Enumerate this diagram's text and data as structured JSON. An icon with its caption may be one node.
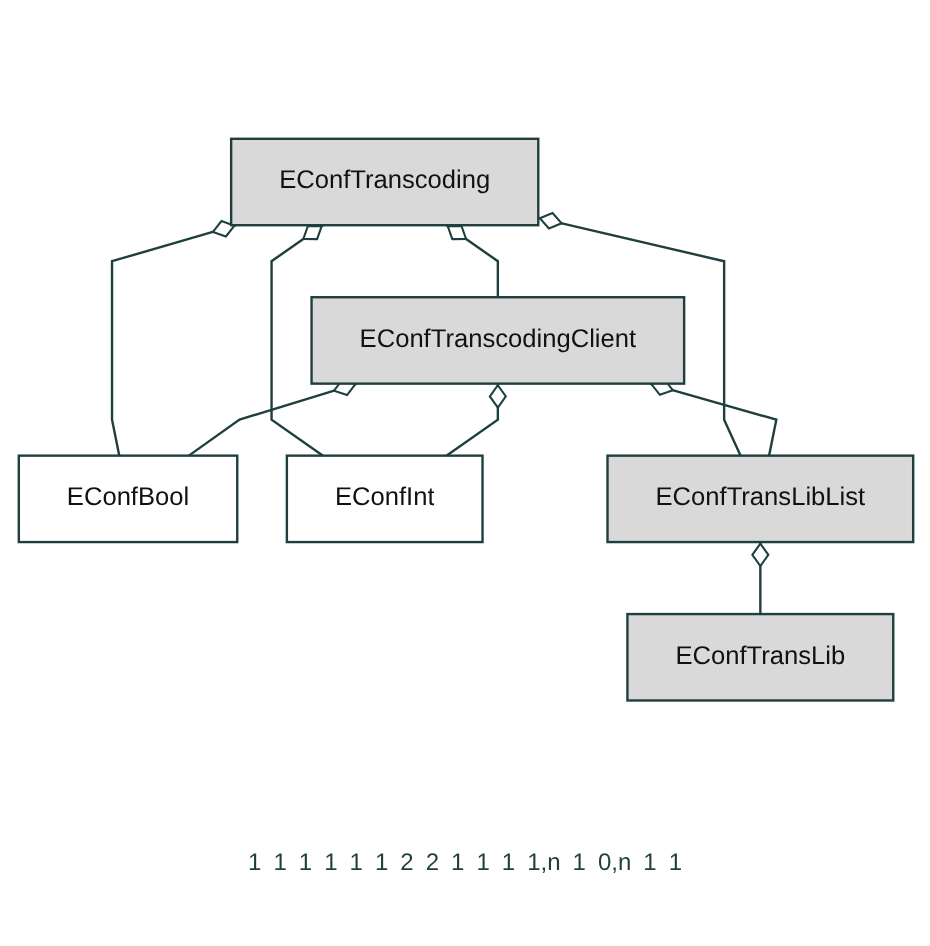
{
  "diagram": {
    "nodes": [
      {
        "text": [
          "EConfTranscoding"
        ]
      },
      {
        "text": [
          "EConfBool"
        ]
      },
      {
        "text": [
          "EConfInt"
        ]
      },
      {
        "text": [
          "EConfTransLibList"
        ]
      },
      {
        "text": [
          "EConfTransLib"
        ]
      },
      {
        "text": [
          "EConfTranscodingClient"
        ]
      }
    ],
    "edges": [
      {
        "from": 0,
        "to": 1,
        "arrow": "other"
      },
      {
        "from": 0,
        "to": 2,
        "arrow": "other"
      },
      {
        "from": 0,
        "to": 3,
        "arrow": "other"
      },
      {
        "from": 0,
        "to": 5,
        "arrow": "other"
      },
      {
        "from": 3,
        "to": 4,
        "arrow": "other"
      },
      {
        "from": 5,
        "to": 3,
        "arrow": "other"
      },
      {
        "from": 5,
        "to": 2,
        "arrow": "other"
      },
      {
        "from": 5,
        "to": 1,
        "arrow": "other"
      }
    ],
    "labels": [
      "1",
      "1",
      "1",
      "1",
      "1",
      "1",
      "2",
      "2",
      "1",
      "1",
      "1",
      "1,n",
      "1",
      "0,n",
      "1",
      "1"
    ]
  }
}
